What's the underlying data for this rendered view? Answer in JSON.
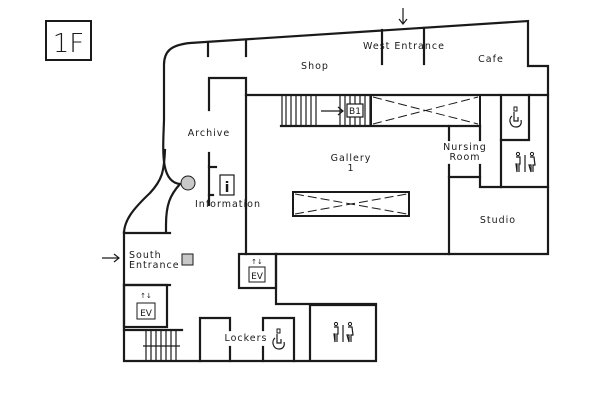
{
  "floor": {
    "label": "1F"
  },
  "rooms": {
    "west_entrance": "West Entrance",
    "shop": "Shop",
    "cafe": "Cafe",
    "archive": "Archive",
    "gallery_line1": "Gallery",
    "gallery_line2": "1",
    "nursing_line1": "Nursing",
    "nursing_line2": "Room",
    "information": "Information",
    "studio": "Studio",
    "south_line1": "South",
    "south_line2": "Entrance",
    "lockers": "Lockers"
  },
  "signs": {
    "b1": "B1",
    "ev_upper": "EV",
    "ev_lower": "EV",
    "info": "i"
  },
  "icons": [
    "entrance-arrow-icon",
    "stairs-arrow-icon",
    "wheelchair-icon",
    "restroom-icon",
    "elevator-icon",
    "information-icon",
    "round-marker-icon",
    "square-marker-icon"
  ],
  "colors": {
    "wall": "#1a1a1a",
    "marker_fill": "#c8c8c8",
    "background": "#ffffff"
  }
}
